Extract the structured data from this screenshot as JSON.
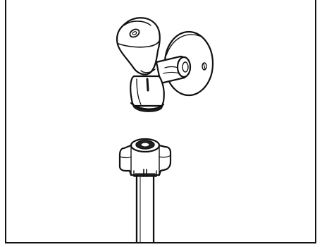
{
  "figure": {
    "type": "line-art illustration",
    "subjects": [
      "wall-tap",
      "hose-connector"
    ],
    "stroke_color": "#111111",
    "fill_color": "#ffffff",
    "shade_color": "#222222"
  }
}
